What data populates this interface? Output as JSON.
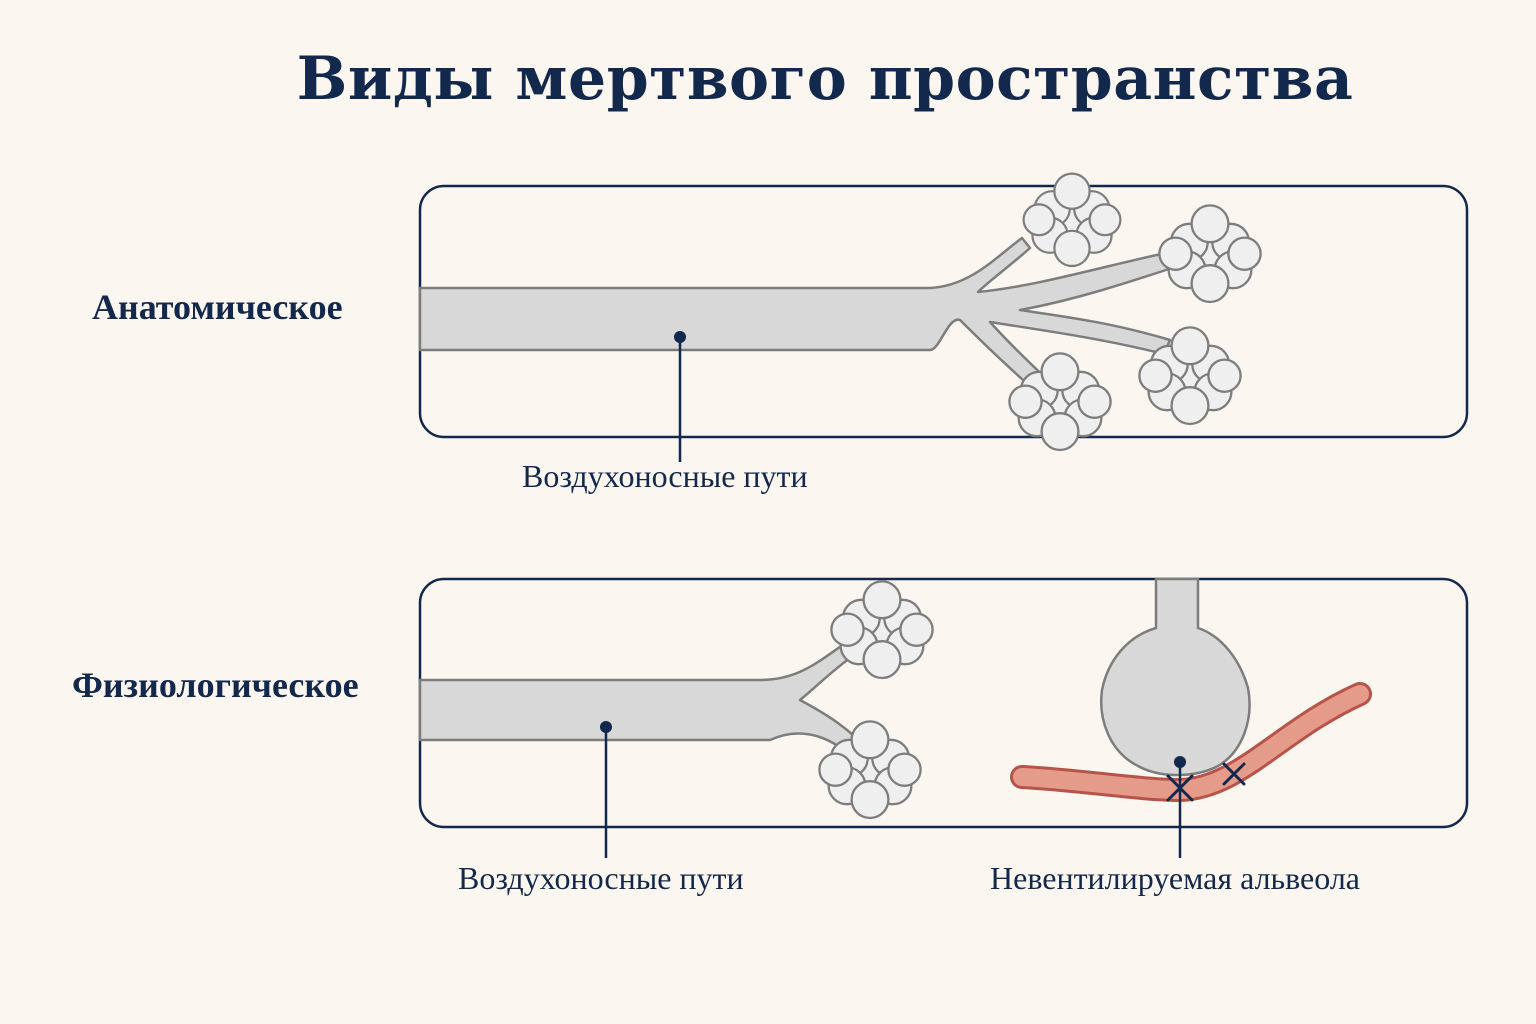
{
  "title": "Виды мертвого пространства",
  "panels": [
    {
      "label": "Анатомическое",
      "callouts": [
        "Воздухоносные пути"
      ]
    },
    {
      "label": "Физиологическое",
      "callouts": [
        "Воздухоносные пути",
        "Невентилируемая альвеола"
      ]
    }
  ],
  "colors": {
    "text": "#13284d",
    "background": "#fbf7f0",
    "airway": "#d6d6d6",
    "vessel": "#e39a88",
    "vessel_outline": "#b8534a"
  }
}
